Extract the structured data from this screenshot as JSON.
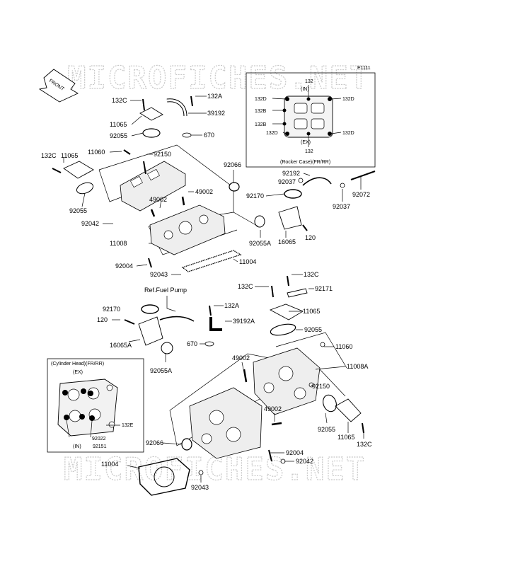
{
  "watermark": "MICROFICHES.NET",
  "figure_code": "E1111",
  "front_arrow": "FRONT",
  "reference": "Ref.Fuel Pump",
  "inset_rocker": {
    "title": "(Rocker Case)(FR/RR)",
    "in_label": "(IN)",
    "ex_label": "(EX)",
    "labels": [
      "132",
      "132D",
      "132B",
      "132B",
      "132D",
      "132D",
      "132D",
      "132"
    ]
  },
  "inset_head": {
    "title": "(Cylinder Head)(FR/RR)",
    "ex_label": "(EX)",
    "in_label": "(IN)",
    "labels": [
      "132E",
      "92022",
      "92151"
    ]
  },
  "parts": [
    "132C",
    "132A",
    "11065",
    "39192",
    "92055",
    "670",
    "132C",
    "11065",
    "11060",
    "92150",
    "92066",
    "49002",
    "49002",
    "92192",
    "92037",
    "92072",
    "92170",
    "92037",
    "92055",
    "92042",
    "92055A",
    "120",
    "16065",
    "11008",
    "92004",
    "11004",
    "92043",
    "132C",
    "132C",
    "92171",
    "132A",
    "11065",
    "92170",
    "120",
    "39192A",
    "92055",
    "16065A",
    "670",
    "11060",
    "49002",
    "11008A",
    "92055A",
    "92150",
    "49002",
    "92066",
    "92055",
    "11065",
    "132C",
    "92004",
    "11004",
    "92042",
    "92043"
  ]
}
